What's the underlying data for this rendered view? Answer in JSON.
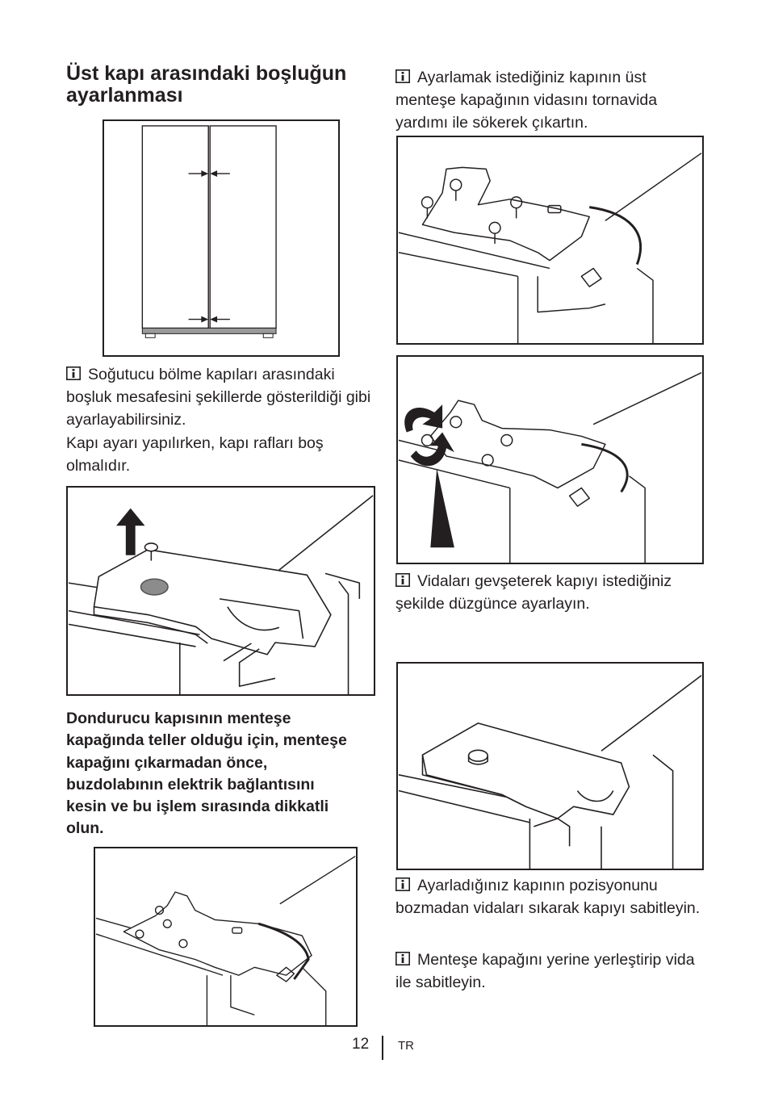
{
  "heading": "Üst kapı arasındaki boşluğun ayarlanması",
  "left_info_1": "Soğutucu bölme kapıları arasındaki boşluk mesafesini şekillerde gösterildiği gibi ayarlayabilirsiniz.",
  "left_note_2": "Kapı ayarı yapılırken, kapı rafları boş olmalıdır.",
  "warning": "Dondurucu kapısının menteşe kapağında teller olduğu için, menteşe kapağını çıkarmadan önce, buzdolabının elektrik bağlantısını kesin ve bu işlem sırasında dikkatli olun.",
  "right_info_1": "Ayarlamak istediğiniz kapının üst menteşe kapağının vidasını tornavida yardımı ile sökerek çıkartın.",
  "right_info_2": "Vidaları gevşeterek kapıyı istediğiniz şekilde düzgünce ayarlayın.",
  "right_info_3": "Ayarladığınız kapının pozisyonunu bozmadan vidaları sıkarak kapıyı sabitleyin.",
  "right_info_4": "Menteşe kapağını yerine yerleştirip vida ile sabitleyin.",
  "icons": [
    "info-icon"
  ],
  "footer": {
    "page_number": "12",
    "language": "TR"
  }
}
